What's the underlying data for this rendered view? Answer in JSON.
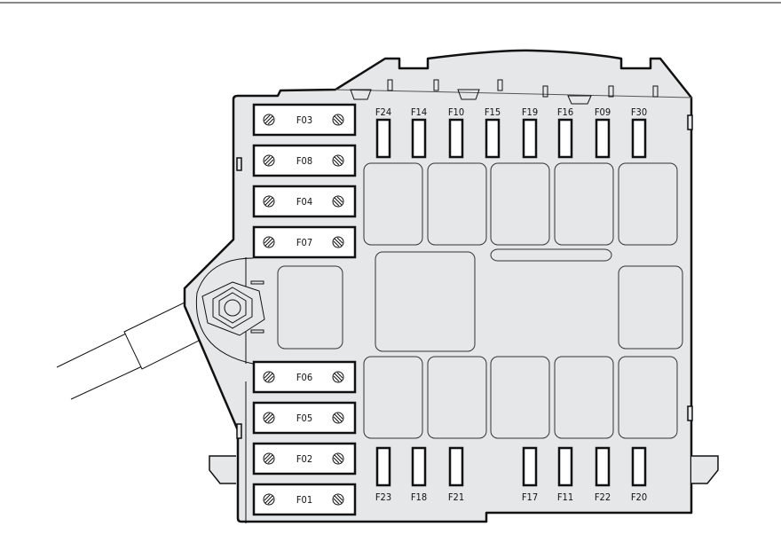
{
  "diagram": {
    "colors": {
      "body": "#e6e7e8",
      "stroke": "#111111",
      "fuse_fill": "#ffffff"
    },
    "maxi_fuses": [
      "F03",
      "F08",
      "F04",
      "F07",
      "F06",
      "F05",
      "F02",
      "F01"
    ],
    "top_fuses": [
      "F24",
      "F14",
      "F10",
      "F15",
      "F19",
      "F16",
      "F09",
      "F30"
    ],
    "bottom_fuses": [
      "F23",
      "F18",
      "F21",
      "F17",
      "F11",
      "F22",
      "F20"
    ]
  }
}
